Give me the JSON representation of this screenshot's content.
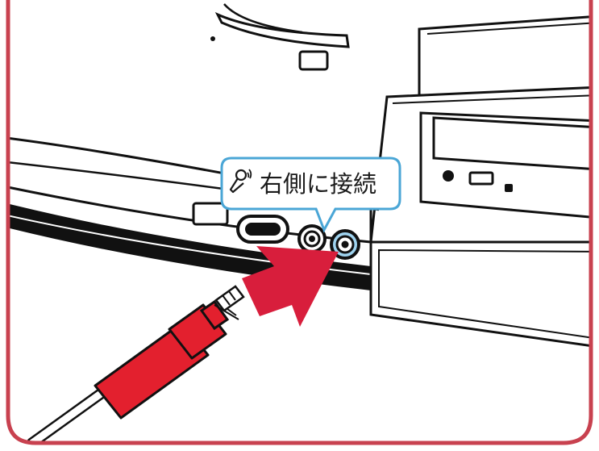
{
  "callout": {
    "text": "右側に接続",
    "icon": "microphone-icon"
  },
  "colors": {
    "frame_border": "#c8414f",
    "callout_border": "#4aa6d6",
    "callout_fill": "#ffffff",
    "arrow": "#d81e3c",
    "plug_red": "#e3202e",
    "jack_highlight": "#9fd3ef",
    "outline": "#111111"
  },
  "diagram": {
    "subject": "computer-front-panel",
    "action": "insert-plug-into-right-jack"
  }
}
